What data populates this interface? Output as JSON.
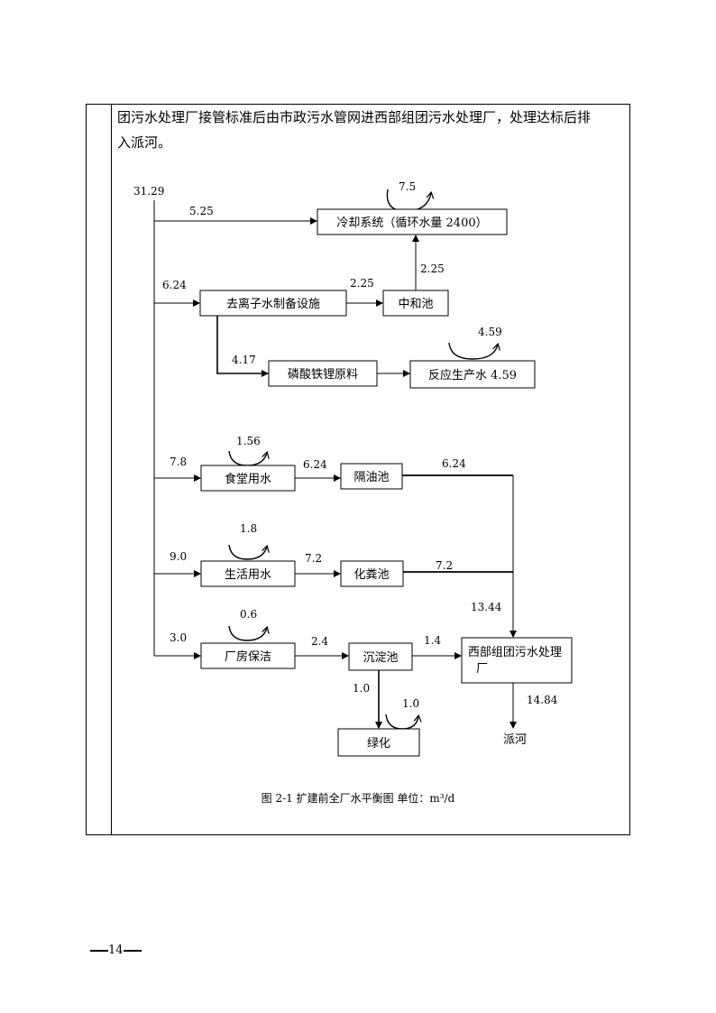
{
  "paragraph": {
    "line1": "团污水处理厂接管标准后由市政污水管网进西部组团污水处理厂，处理达标后排",
    "line2": "入派河。"
  },
  "diagram": {
    "nodes": {
      "cooling": "冷却系统（循环水量 2400）",
      "deion": "去离子水制备设施",
      "neutral": "中和池",
      "phosphate": "磷酸铁锂原料",
      "reaction": "反应生产水 4.59",
      "canteen": "食堂用水",
      "oilsep": "隔油池",
      "domestic": "生活用水",
      "septic": "化粪池",
      "cleaning": "厂房保洁",
      "settling": "沉淀池",
      "wwtp": "西部组团污水处理厂",
      "green": "绿化",
      "river": "派河"
    },
    "flows": {
      "total": "31.29",
      "to_cooling": "5.25",
      "cooling_loss": "7.5",
      "to_deion": "6.24",
      "deion_to_neutral": "2.25",
      "neutral_to_cooling": "2.25",
      "deion_to_phosphate": "4.17",
      "reaction_loss": "4.59",
      "to_canteen": "7.8",
      "canteen_loss": "1.56",
      "canteen_to_oilsep": "6.24",
      "oilsep_out": "6.24",
      "to_domestic": "9.0",
      "domestic_loss": "1.8",
      "domestic_to_septic": "7.2",
      "septic_out": "7.2",
      "combined": "13.44",
      "to_cleaning": "3.0",
      "cleaning_loss": "0.6",
      "cleaning_to_settling": "2.4",
      "settling_to_wwtp": "1.4",
      "settling_to_green": "1.0",
      "green_loss": "1.0",
      "wwtp_to_river": "14.84"
    }
  },
  "caption": "图 2-1  扩建前全厂水平衡图    单位：m³/d",
  "page_number": "14"
}
